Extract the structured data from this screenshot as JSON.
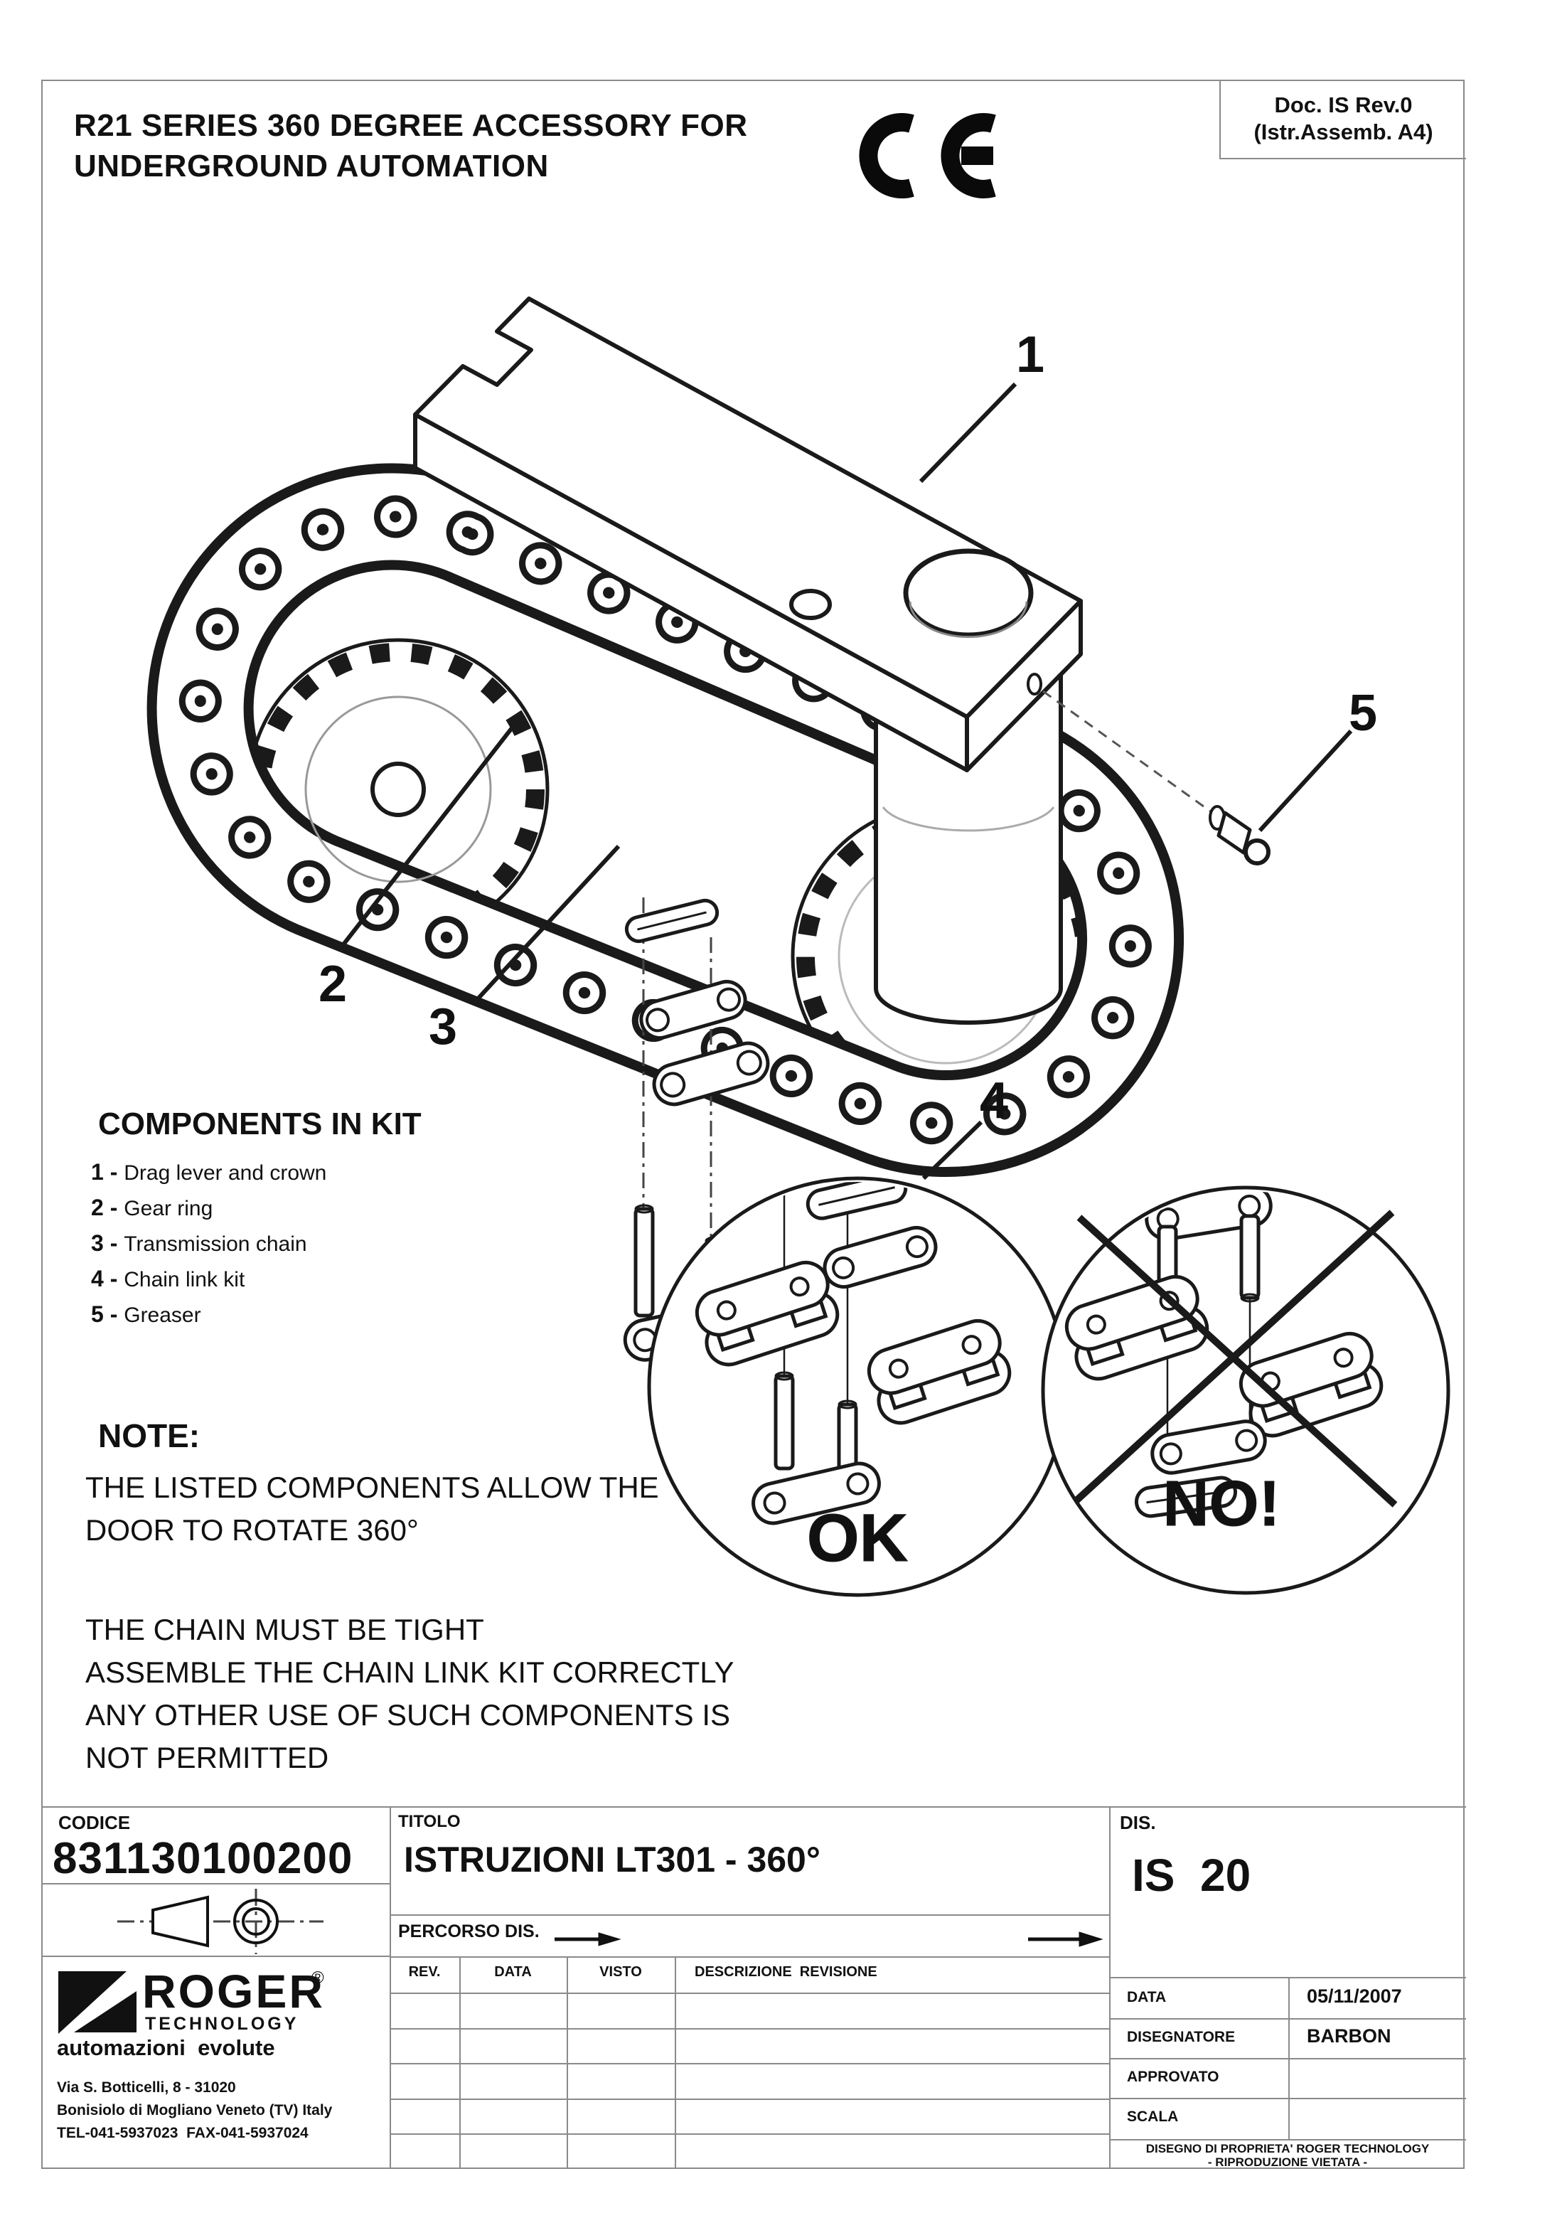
{
  "doc_box": {
    "line1": "Doc. IS Rev.0",
    "line2": "(Istr.Assemb. A4)"
  },
  "header": {
    "title_line1": "R21 SERIES 360 DEGREE ACCESSORY FOR",
    "title_line2": "UNDERGROUND AUTOMATION"
  },
  "callouts": {
    "c1": "1",
    "c2": "2",
    "c3": "3",
    "c4": "4",
    "c5": "5"
  },
  "components": {
    "heading": "COMPONENTS IN KIT",
    "separator": " - ",
    "items": [
      {
        "num": "1",
        "label": "Drag lever and crown"
      },
      {
        "num": "2",
        "label": "Gear ring"
      },
      {
        "num": "3",
        "label": "Transmission chain"
      },
      {
        "num": "4",
        "label": "Chain link kit"
      },
      {
        "num": "5",
        "label": "Greaser"
      }
    ]
  },
  "note": {
    "heading": "NOTE:",
    "para1": [
      "THE LISTED COMPONENTS ALLOW THE",
      "DOOR TO ROTATE 360°"
    ],
    "para2": [
      "THE CHAIN MUST BE TIGHT",
      "ASSEMBLE THE CHAIN LINK KIT CORRECTLY",
      "ANY OTHER USE OF SUCH COMPONENTS IS",
      "NOT PERMITTED"
    ]
  },
  "detail": {
    "ok_label": "OK",
    "no_label": "NO!"
  },
  "title_block": {
    "codice_label": "CODICE",
    "codice_value": "831130100200",
    "titolo_label": "TITOLO",
    "titolo_value": "ISTRUZIONI LT301 - 360°",
    "percorso_label": "PERCORSO DIS.",
    "rev_headers": [
      "REV.",
      "DATA",
      "VISTO",
      "DESCRIZIONE  REVISIONE"
    ],
    "dis_label": "DIS.",
    "dis_value": "IS  20",
    "info_rows": [
      {
        "label": "DATA",
        "value": "05/11/2007"
      },
      {
        "label": "DISEGNATORE",
        "value": "BARBON"
      },
      {
        "label": "APPROVATO",
        "value": ""
      },
      {
        "label": "SCALA",
        "value": ""
      }
    ],
    "notice_line1": "DISEGNO DI PROPRIETA' ROGER TECHNOLOGY",
    "notice_line2": "- RIPRODUZIONE VIETATA -",
    "company": {
      "name": "ROGER",
      "reg": "®",
      "sub": "TECHNOLOGY",
      "tagline": "automazioni  evolute",
      "address1": "Via S. Botticelli, 8 - 31020",
      "address2": "Bonisiolo di Mogliano Veneto (TV) Italy",
      "address3": "TEL-041-5937023  FAX-041-5937024"
    }
  }
}
